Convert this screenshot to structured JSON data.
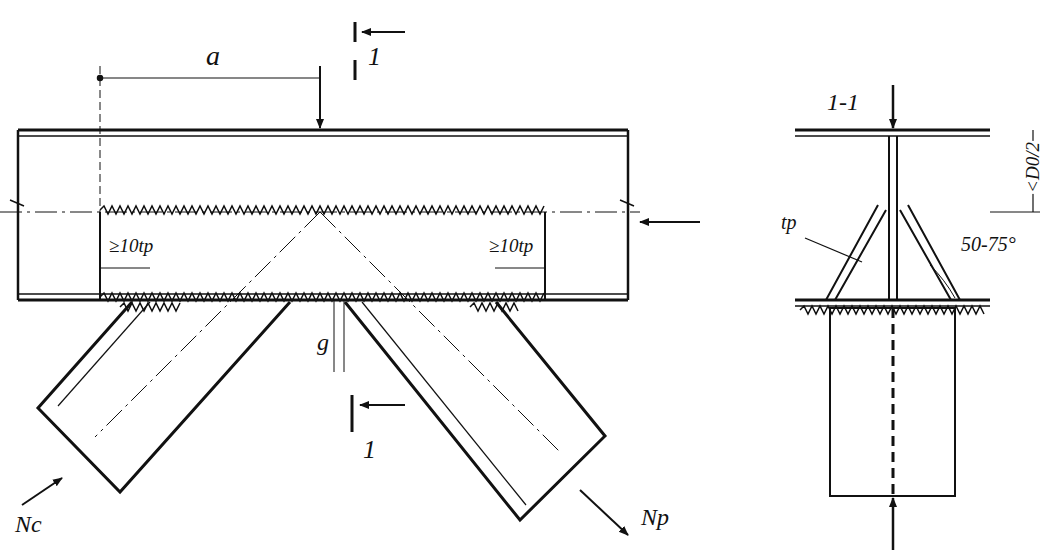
{
  "diagram": {
    "labels": [
      "a",
      "1",
      "1",
      "≥10tp",
      "≥10tp",
      "g",
      "Nc",
      "Np",
      "1-1",
      "tp",
      "50-75°",
      "<D0/2"
    ]
  }
}
